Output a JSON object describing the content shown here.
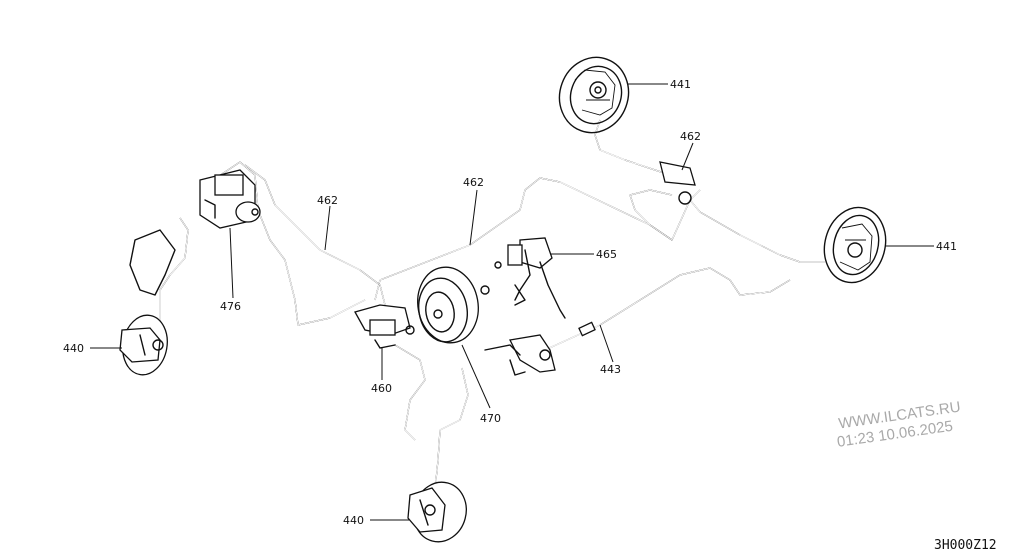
{
  "callouts": {
    "c441_top": "441",
    "c462_top": "462",
    "c462_mid": "462",
    "c462_left": "462",
    "c465": "465",
    "c441_right": "441",
    "c440_left": "440",
    "c476": "476",
    "c460": "460",
    "c470": "470",
    "c443": "443",
    "c440_bottom": "440"
  },
  "watermark": {
    "site": "WWW.ILCATS.RU",
    "timestamp": "01:23 10.06.2025"
  },
  "diagram_code": "3H000Z12"
}
